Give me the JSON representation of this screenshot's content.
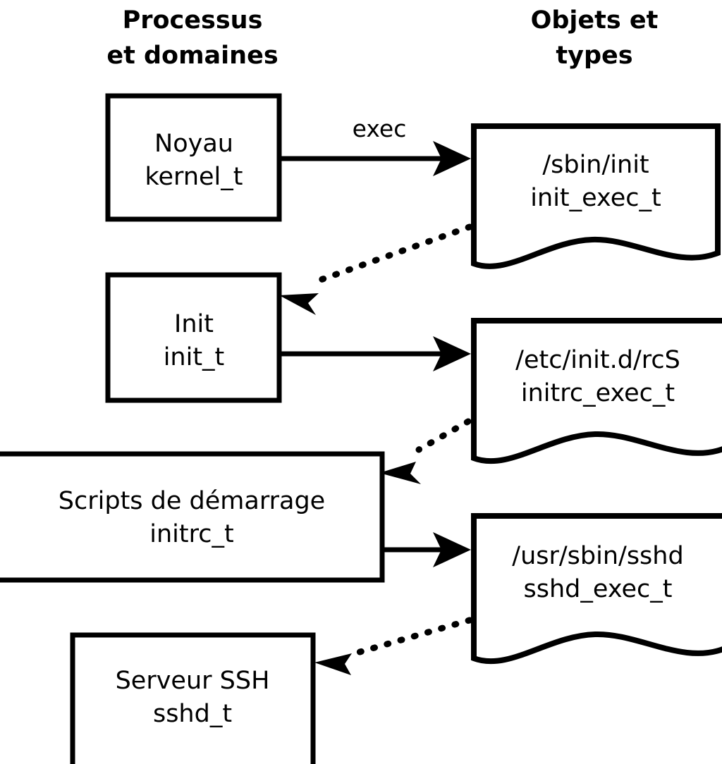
{
  "diagram": {
    "title": "",
    "columns": [
      {
        "id": "processes",
        "lines": [
          "Processus",
          "et domaines"
        ]
      },
      {
        "id": "objects",
        "lines": [
          "Objets et",
          "types"
        ]
      }
    ],
    "colors": {
      "background": "#ffffff",
      "stroke": "#000000",
      "text": "#000000"
    },
    "process_nodes": [
      {
        "id": "kernel",
        "name": "Noyau",
        "type": "kernel_t"
      },
      {
        "id": "init",
        "name": "Init",
        "type": "init_t"
      },
      {
        "id": "initrc",
        "name": "Scripts de démarrage",
        "type": "initrc_t"
      },
      {
        "id": "sshd",
        "name": "Serveur SSH",
        "type": "sshd_t"
      }
    ],
    "object_nodes": [
      {
        "id": "init_exec",
        "path": "/sbin/init",
        "type": "init_exec_t"
      },
      {
        "id": "initrc_exec",
        "path": "/etc/init.d/rcS",
        "type": "initrc_exec_t"
      },
      {
        "id": "sshd_exec",
        "path": "/usr/sbin/sshd",
        "type": "sshd_exec_t"
      }
    ],
    "edges": [
      {
        "id": "kernel-exec-init_exec",
        "from": "kernel",
        "to": "init_exec",
        "style": "solid",
        "label": "exec"
      },
      {
        "id": "init_exec-transition-init",
        "from": "init_exec",
        "to": "init",
        "style": "dotted",
        "label": ""
      },
      {
        "id": "init-exec-initrc_exec",
        "from": "init",
        "to": "initrc_exec",
        "style": "solid",
        "label": ""
      },
      {
        "id": "initrc_exec-transition-initrc",
        "from": "initrc_exec",
        "to": "initrc",
        "style": "dotted",
        "label": ""
      },
      {
        "id": "initrc-exec-sshd_exec",
        "from": "initrc",
        "to": "sshd_exec",
        "style": "solid",
        "label": ""
      },
      {
        "id": "sshd_exec-transition-sshd",
        "from": "sshd_exec",
        "to": "sshd",
        "style": "dotted",
        "label": ""
      }
    ]
  }
}
